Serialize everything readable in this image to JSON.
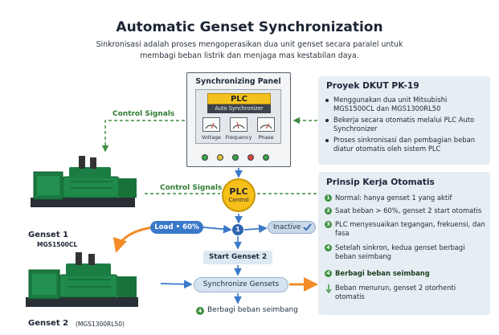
{
  "header": {
    "title": "Automatic Genset Synchronization",
    "subtitle_line1": "Sinkronisasi adalah proses mengoperasikan dua unit genset secara paralel untuk",
    "subtitle_line2": "membagi beban listrik dan menjaga mas kestabilan daya."
  },
  "panel": {
    "title": "Synchronizing Panel",
    "plc_label": "PLC",
    "plc_sub": "Auto Synchronizer",
    "gauges": [
      "Voltage",
      "Frequency",
      "Phase"
    ],
    "lights": [
      "#3aa34a",
      "#e3c334",
      "#3aa34a",
      "#d9473f",
      "#3aa34a"
    ]
  },
  "plc_control": {
    "label": "PLC",
    "sub": "Control"
  },
  "signals": {
    "top": "Control Signals",
    "bottom": "Control Signals"
  },
  "project_card": {
    "heading": "Proyek DKUT PK-19",
    "bullets": [
      "Menggunakan dua unit Mitsubishi MGS1500CL dan MGS1300RL50",
      "Bekerja secara otomatis melalui PLC Auto Synchronizer",
      "Proses sinkronisasi dan pembagian beban diatur otomatis oleh sistem PLC"
    ]
  },
  "principle_card": {
    "heading": "Prinsip Kerja Otomatis",
    "steps": [
      {
        "num": "1",
        "text": "Normal: hanya genset 1 yang aktif"
      },
      {
        "num": "2",
        "text": "Saat beban > 60%, genset 2 start otomatis"
      },
      {
        "num": "3",
        "text": "PLC menyesuaikan tegangan, frekuensi, dan fasa"
      },
      {
        "num": "4",
        "text": "Setelah sinkron, kedua genset berbagi beban seimbang"
      },
      {
        "num": "4",
        "text": "Berbagi beban seimbang"
      },
      {
        "num": "",
        "text": "Beban menurun, genset 2 otorhenti otomatis"
      }
    ]
  },
  "flow": {
    "load": "Load • 60%",
    "node": "1",
    "inactive": "Inactive",
    "start": "Start Genset 2",
    "sync": "Synchronize Gensets",
    "share_num": "4",
    "share": "Berbagi beban seimbang"
  },
  "gensets": [
    {
      "name": "Genset 1",
      "model": "MGS1500CL"
    },
    {
      "name": "Genset 2",
      "model": "(MGS1300RL50)"
    }
  ],
  "colors": {
    "genset_green": "#1f8a4a",
    "signal_green": "#3c8d3f",
    "flow_blue": "#3a79c9",
    "orange": "#f28c28",
    "plc_yellow": "#f6bf1a"
  }
}
